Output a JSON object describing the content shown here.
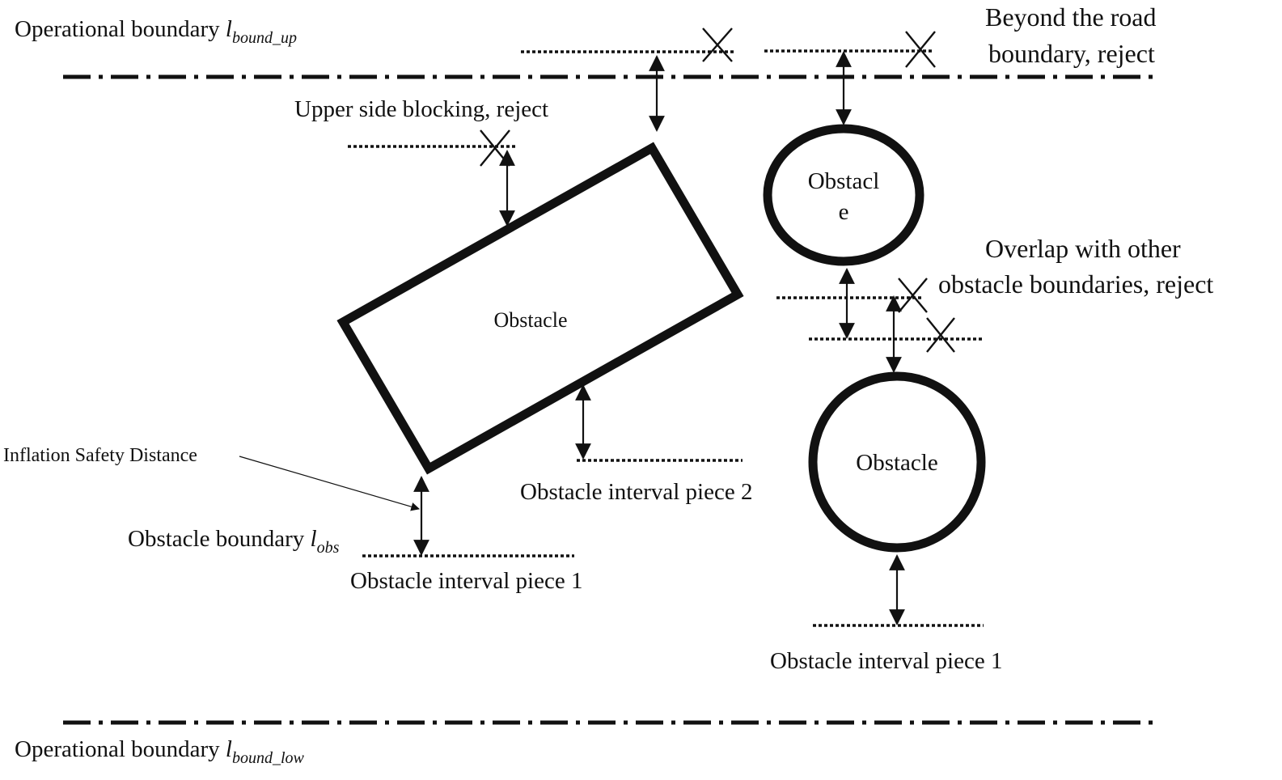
{
  "labels": {
    "op_boundary_up_text": "Operational boundary ",
    "op_boundary_up_symbol": "l",
    "op_boundary_up_sub": "bound_up",
    "op_boundary_low_text": "Operational boundary ",
    "op_boundary_low_symbol": "l",
    "op_boundary_low_sub": "bound_low",
    "beyond_road_line1": "Beyond the road",
    "beyond_road_line2": "boundary, reject",
    "upper_blocking": "Upper side blocking, reject",
    "overlap_line1": "Overlap with other",
    "overlap_line2": "obstacle boundaries, reject",
    "inflation_safety": "Inflation Safety Distance",
    "obs_boundary_text": "Obstacle boundary ",
    "obs_boundary_symbol": "l",
    "obs_boundary_sub": "obs",
    "interval_piece1_left": "Obstacle interval piece 1",
    "interval_piece2": "Obstacle interval piece 2",
    "interval_piece1_right": "Obstacle interval piece 1"
  },
  "shapes": {
    "rect_obstacle": "Obstacle",
    "circle_top_line1": "Obstacl",
    "circle_top_line2": "e",
    "circle_bottom": "Obstacle"
  }
}
